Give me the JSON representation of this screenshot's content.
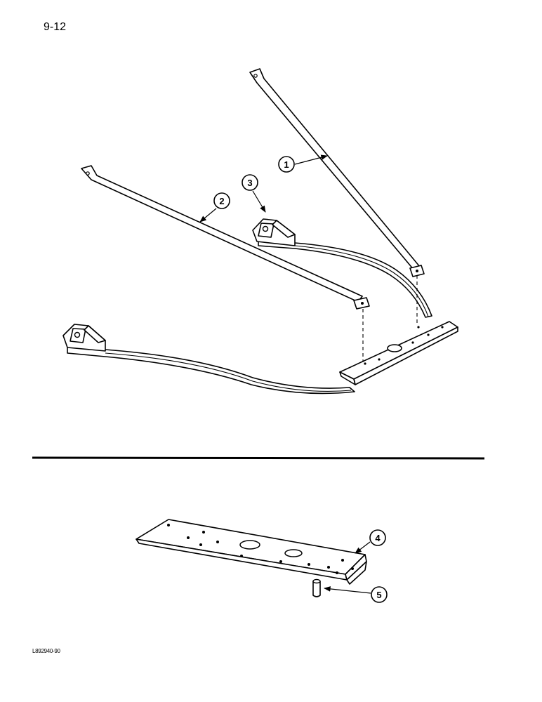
{
  "page": {
    "number": "9-12",
    "figure_code": "L892940-90"
  },
  "callouts": [
    {
      "id": "1",
      "label": "1"
    },
    {
      "id": "2",
      "label": "2"
    },
    {
      "id": "3",
      "label": "3"
    },
    {
      "id": "4",
      "label": "4"
    },
    {
      "id": "5",
      "label": "5"
    }
  ]
}
